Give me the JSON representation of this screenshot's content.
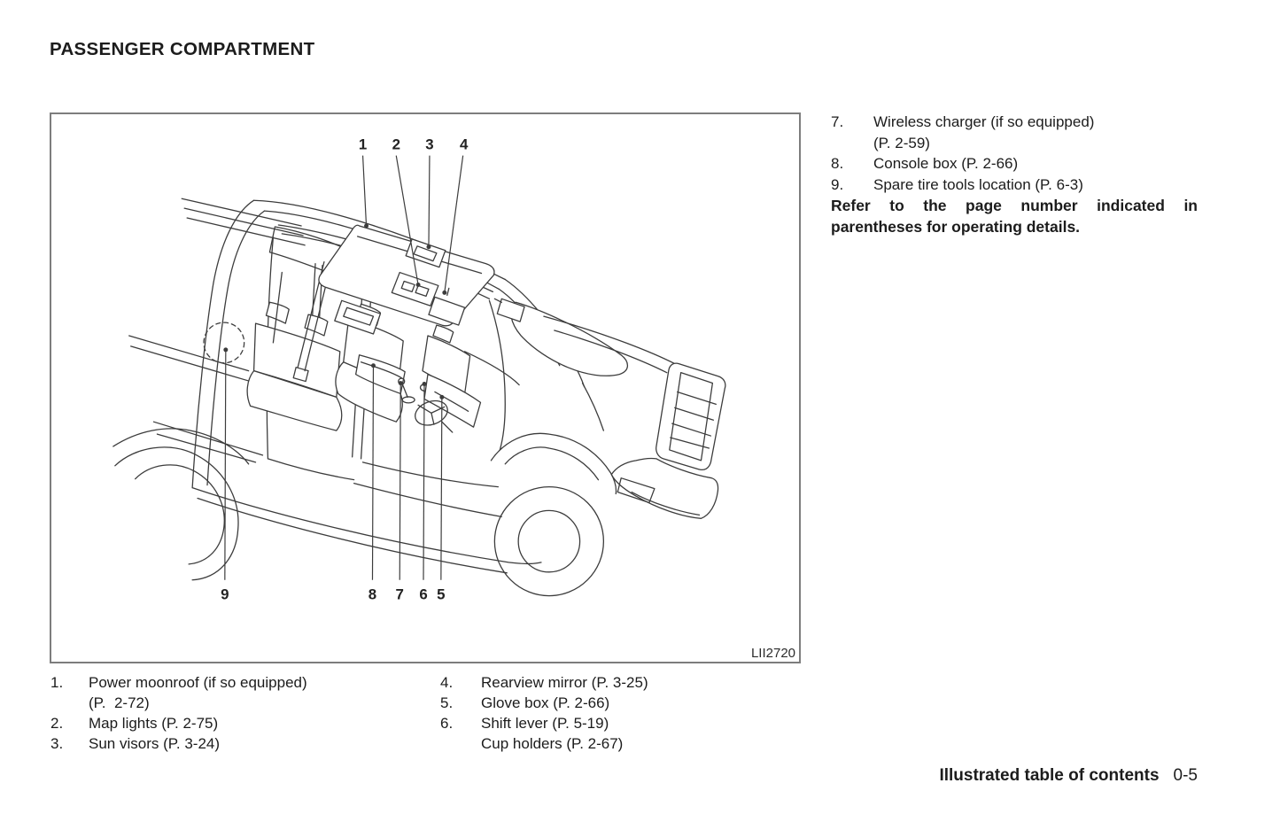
{
  "title": "PASSENGER COMPARTMENT",
  "colors": {
    "ink": "#1c1c1c",
    "line_art": "#3c3c3c",
    "box_border": "#7d7d7d"
  },
  "figure": {
    "code": "LII2720",
    "callouts": {
      "c1": "1",
      "c2": "2",
      "c3": "3",
      "c4": "4",
      "c5": "5",
      "c6": "6",
      "c7": "7",
      "c8": "8",
      "c9": "9"
    }
  },
  "right_list": {
    "items": [
      {
        "num": "7.",
        "line1": "Wireless charger (if so equipped)",
        "line2": "(P. 2-59)"
      },
      {
        "num": "8.",
        "line1": "Console box (P. 2-66)"
      },
      {
        "num": "9.",
        "line1": "Spare tire tools location (P. 6-3)"
      }
    ],
    "note": "Refer to the page number indicated in parentheses for operating details."
  },
  "left_list": {
    "items": [
      {
        "num": "1.",
        "line1": "Power moonroof (if so equipped)",
        "line2": "(P.  2-72)"
      },
      {
        "num": "2.",
        "line1": "Map lights (P. 2-75)"
      },
      {
        "num": "3.",
        "line1": "Sun visors (P. 3-24)"
      }
    ]
  },
  "mid_list": {
    "items": [
      {
        "num": "4.",
        "line1": "Rearview mirror (P. 3-25)"
      },
      {
        "num": "5.",
        "line1": "Glove box (P. 2-66)"
      },
      {
        "num": "6.",
        "line1": "Shift lever (P. 5-19)",
        "line2": "Cup holders (P. 2-67)"
      }
    ]
  },
  "footer": {
    "section": "Illustrated table of contents",
    "page": "0-5"
  }
}
